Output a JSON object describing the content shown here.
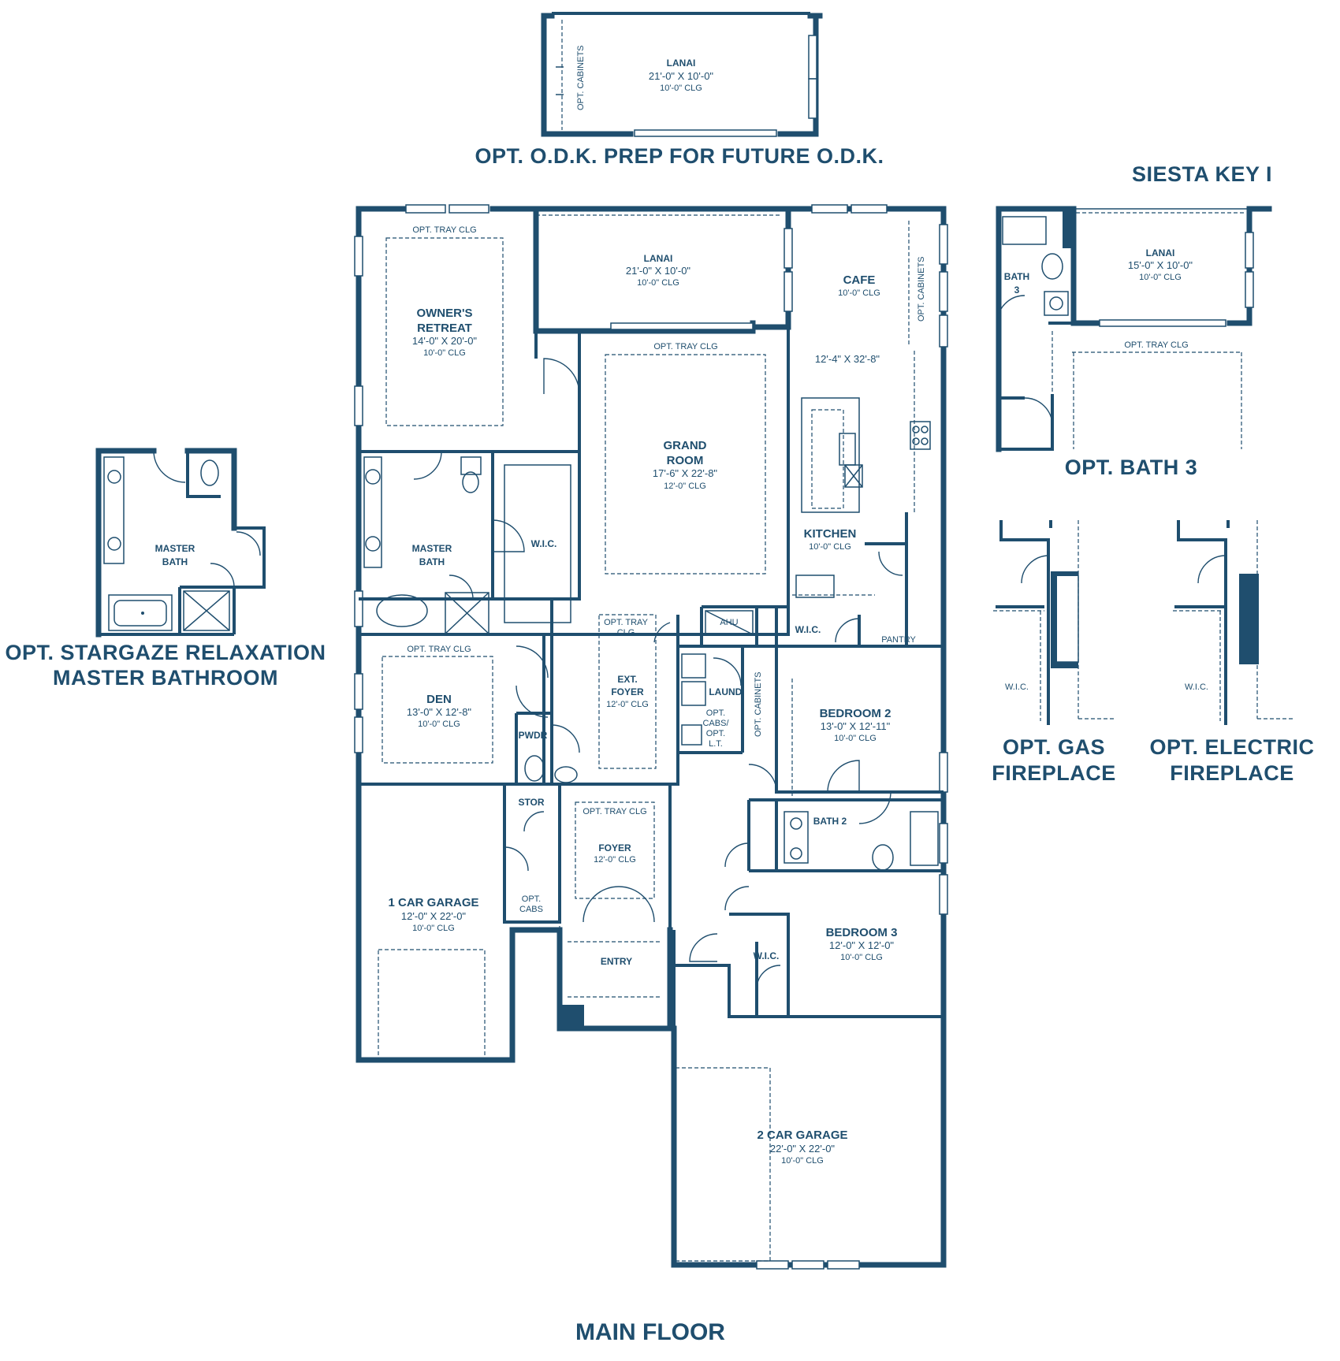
{
  "plan_title": "SIESTA KEY I",
  "main_label": "MAIN FLOOR",
  "options": {
    "odk": "OPT. O.D.K. PREP FOR FUTURE O.D.K.",
    "bath3": "OPT. BATH 3",
    "gas_fireplace": [
      "OPT. GAS",
      "FIREPLACE"
    ],
    "electric_fireplace": [
      "OPT. ELECTRIC",
      "FIREPLACE"
    ],
    "stargaze": [
      "OPT. STARGAZE RELAXATION",
      "MASTER BATHROOM"
    ]
  },
  "odk_lanai": {
    "name": "LANAI",
    "dim": "21'-0\" X 10'-0\"",
    "clg": "10'-0\" CLG",
    "cabinets": "OPT. CABINETS"
  },
  "rooms": {
    "lanai": {
      "name": "LANAI",
      "dim": "21'-0\" X 10'-0\"",
      "clg": "10'-0\" CLG"
    },
    "owners_retreat": {
      "name": [
        "OWNER'S",
        "RETREAT"
      ],
      "dim": "14'-0\" X 20'-0\"",
      "clg": "10'-0\" CLG",
      "tray": "OPT. TRAY CLG"
    },
    "cafe": {
      "name": "CAFE",
      "clg": "10'-0\" CLG",
      "dim": "12'-4\" X 32'-8\"",
      "cabinets": "OPT. CABINETS"
    },
    "grand_room": {
      "name": [
        "GRAND",
        "ROOM"
      ],
      "dim": "17'-6\" X 22'-8\"",
      "clg": "12'-0\" CLG",
      "tray": "OPT. TRAY CLG"
    },
    "kitchen": {
      "name": "KITCHEN",
      "clg": "10'-0\" CLG"
    },
    "master_bath": {
      "name": [
        "MASTER",
        "BATH"
      ]
    },
    "wic_master": {
      "name": "W.I.C."
    },
    "ahu": {
      "name": "AHU"
    },
    "wic_kitchen": {
      "name": "W.I.C."
    },
    "pantry": {
      "name": "PANTRY"
    },
    "ext_foyer": {
      "tray": [
        "OPT. TRAY",
        "CLG"
      ],
      "name": [
        "EXT.",
        "FOYER"
      ],
      "clg": "12'-0\" CLG"
    },
    "laundry": {
      "name": "LAUND.",
      "opt": [
        "OPT.",
        "CABS/",
        "OPT.",
        "L.T."
      ],
      "cabinets": "OPT. CABINETS"
    },
    "den": {
      "name": "DEN",
      "dim": "13'-0\" X 12'-8\"",
      "clg": "10'-0\" CLG",
      "tray": "OPT. TRAY CLG"
    },
    "pwdr": {
      "name": "PWDR"
    },
    "bedroom2": {
      "name": "BEDROOM 2",
      "dim": "13'-0\" X 12'-11\"",
      "clg": "10'-0\" CLG"
    },
    "bath2": {
      "name": "BATH 2"
    },
    "stor": {
      "name": "STOR"
    },
    "foyer": {
      "tray": "OPT. TRAY CLG",
      "name": "FOYER",
      "clg": "12'-0\" CLG"
    },
    "opt_cabs": {
      "name": [
        "OPT.",
        "CABS"
      ]
    },
    "garage1": {
      "name": "1 CAR GARAGE",
      "dim": "12'-0\" X 22'-0\"",
      "clg": "10'-0\" CLG"
    },
    "bedroom3": {
      "name": "BEDROOM 3",
      "dim": "12'-0\" X 12'-0\"",
      "clg": "10'-0\" CLG"
    },
    "wic_bed3": {
      "name": "W.I.C."
    },
    "entry": {
      "name": "ENTRY"
    },
    "garage2": {
      "name": "2 CAR GARAGE",
      "dim": "22'-0\" X 22'-0\"",
      "clg": "10'-0\" CLG"
    }
  },
  "bath3_option": {
    "bath": [
      "BATH",
      "3"
    ],
    "lanai": {
      "name": "LANAI",
      "dim": "15'-0\" X 10'-0\"",
      "clg": "10'-0\" CLG"
    },
    "tray": "OPT. TRAY CLG"
  },
  "fireplace_wic": "W.I.C.",
  "stargaze_room": {
    "name": [
      "MASTER",
      "BATH"
    ]
  },
  "colors": {
    "ink": "#1f4e6e",
    "background": "#ffffff"
  }
}
